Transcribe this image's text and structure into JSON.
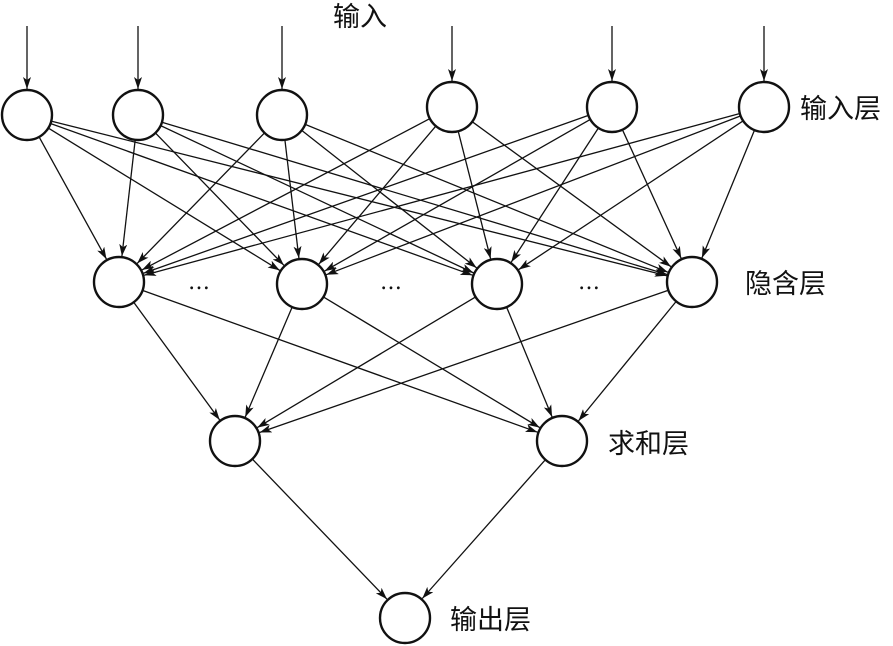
{
  "labels": {
    "input": "输入",
    "input_layer": "输入层",
    "hidden_layer": "隐含层",
    "sum_layer": "求和层",
    "output_layer": "输出层"
  },
  "ellipsis": "…",
  "colors": {
    "stroke": "#111111",
    "background": "#ffffff"
  }
}
